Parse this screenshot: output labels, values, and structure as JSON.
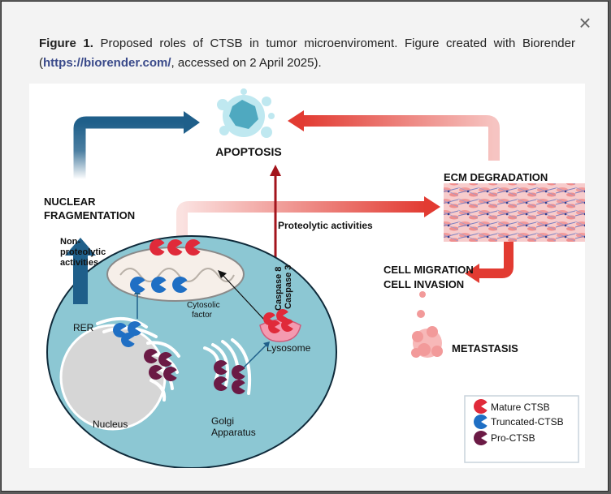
{
  "caption": {
    "label": "Figure 1.",
    "text_before_link": " Proposed roles of CTSB in tumor microenviroment. Figure created with Biorender (",
    "link_text": "https://biorender.com/",
    "text_after_link": ", accessed on 2 April 2025)."
  },
  "close_symbol": "×",
  "diagram": {
    "apoptosis": "APOPTOSIS",
    "ecm_degradation": "ECM DEGRADATION",
    "nuclear_fragmentation_1": "NUCLEAR",
    "nuclear_fragmentation_2": "FRAGMENTATION",
    "proteolytic_activities": "Proteolytic activities",
    "non_proteolytic_1": "Non-",
    "non_proteolytic_2": "proteolytic",
    "non_proteolytic_3": "activities",
    "cell_migration": "CELL MIGRATION",
    "cell_invasion": "CELL INVASION",
    "metastasis": "METASTASIS",
    "rer": "RER",
    "nucleus": "Nucleus",
    "cytosolic_1": "Cytosolic",
    "cytosolic_2": "factor",
    "caspase_8": "Caspase 8",
    "caspase_3": "Caspase 3",
    "lysosome": "Lysosome",
    "golgi_1": "Golgi",
    "golgi_2": "Apparatus",
    "legend": {
      "mature": "Mature CTSB",
      "truncated": "Truncated-CTSB",
      "pro": "Pro-CTSB"
    }
  },
  "colors": {
    "mature": "#e02a3a",
    "truncated": "#1f6fc4",
    "pro": "#6b1a45",
    "cell": "#8cc7d3",
    "red_arrow": "#e23b32",
    "blue_arrow": "#1f5f8a"
  }
}
